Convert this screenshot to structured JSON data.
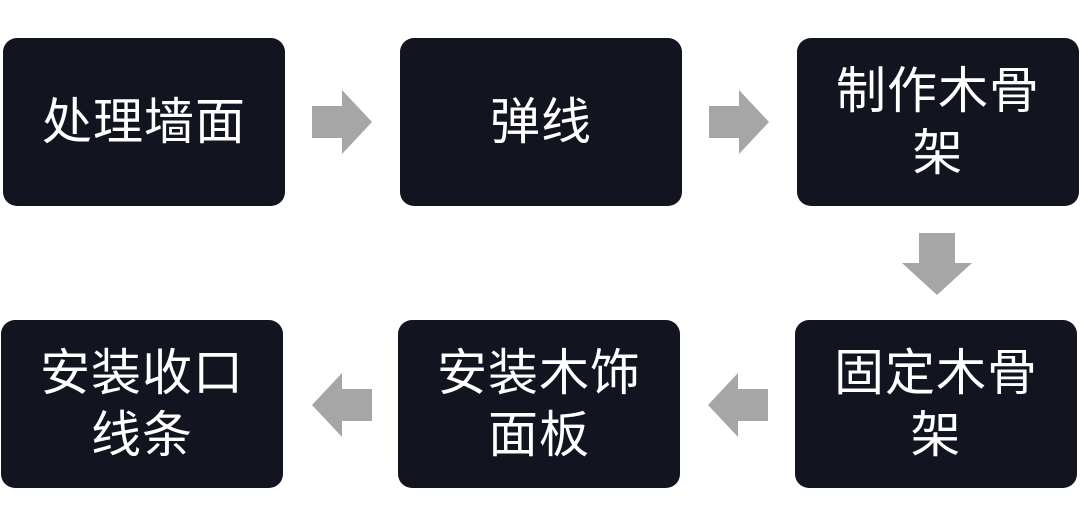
{
  "flow": {
    "steps": [
      {
        "label": "处理墙面"
      },
      {
        "label": "弹线"
      },
      {
        "label": "制作木骨架"
      },
      {
        "label": "固定木骨架"
      },
      {
        "label": "安装木饰面板"
      },
      {
        "label": "安装收口线条"
      }
    ],
    "colors": {
      "box": "#121420",
      "text": "#ffffff",
      "arrow": "#a6a6a6"
    },
    "arrows": [
      {
        "icon": "arrow-right-icon"
      },
      {
        "icon": "arrow-right-icon"
      },
      {
        "icon": "arrow-down-icon"
      },
      {
        "icon": "arrow-left-icon"
      },
      {
        "icon": "arrow-left-icon"
      }
    ]
  }
}
